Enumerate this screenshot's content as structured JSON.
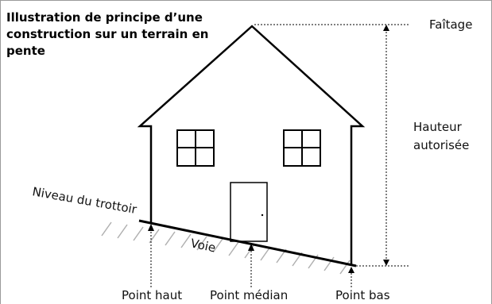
{
  "title": "Illustration de principe d’une construction sur un terrain en pente",
  "labels": {
    "faitage": "Faîtage",
    "hauteur_line1": "Hauteur",
    "hauteur_line2": "autorisée",
    "niveau_trottoir": "Niveau du trottoir",
    "voie": "Voie",
    "point_haut": "Point haut",
    "point_median": "Point médian",
    "point_bas": "Point bas"
  }
}
